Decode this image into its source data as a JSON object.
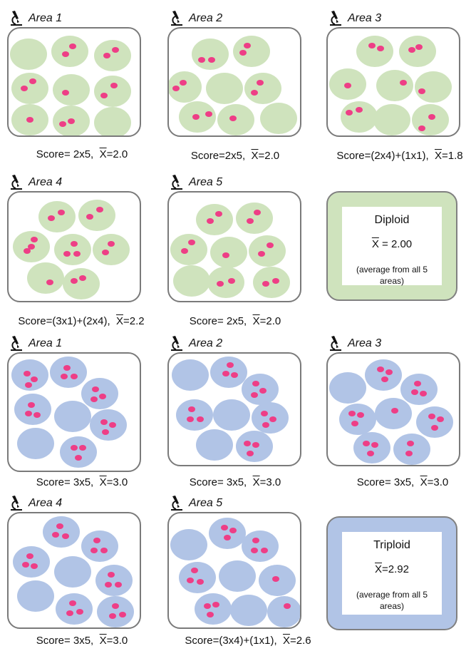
{
  "colors": {
    "diploid_cell": "#cfe3bd",
    "triploid_cell": "#b1c4e6",
    "signal": "#ee3e86",
    "frame": "#7a7a7a"
  },
  "icons": {
    "area": "microscope-icon"
  },
  "diploid": {
    "areas": [
      {
        "label": "Area 1",
        "score_text": "Score= 2x5,",
        "mean_text": "X",
        "mean_value": "=2.0"
      },
      {
        "label": "Area 2",
        "score_text": "Score=2x5,",
        "mean_text": "X",
        "mean_value": "=2.0"
      },
      {
        "label": "Area 3",
        "score_text": "Score=(2x4)+(1x1),",
        "mean_text": "X",
        "mean_value": "=1.8"
      },
      {
        "label": "Area 4",
        "score_text": "Score=(3x1)+(2x4),",
        "mean_text": "X",
        "mean_value": "=2.2"
      },
      {
        "label": "Area 5",
        "score_text": "Score= 2x5,",
        "mean_text": "X",
        "mean_value": "=2.0"
      }
    ],
    "summary": {
      "title": "Diploid",
      "mean_symbol": "X",
      "mean_value": " = 2.00",
      "note": "(average from all 5 areas)"
    }
  },
  "triploid": {
    "areas": [
      {
        "label": "Area 1",
        "score_text": "Score= 3x5,",
        "mean_text": "X",
        "mean_value": "=3.0"
      },
      {
        "label": "Area 2",
        "score_text": "Score= 3x5,",
        "mean_text": "X",
        "mean_value": "=3.0"
      },
      {
        "label": "Area 3",
        "score_text": "Score= 3x5,",
        "mean_text": "X",
        "mean_value": "=3.0"
      },
      {
        "label": "Area 4",
        "score_text": "Score= 3x5,",
        "mean_text": "X",
        "mean_value": "=3.0"
      },
      {
        "label": "Area 5",
        "score_text": "Score=(3x4)+(1x1),",
        "mean_text": "X",
        "mean_value": "=2.6"
      }
    ],
    "summary": {
      "title": "Triploid",
      "mean_symbol": "X",
      "mean_value": "=2.92",
      "note": "(average from all 5 areas)"
    }
  }
}
